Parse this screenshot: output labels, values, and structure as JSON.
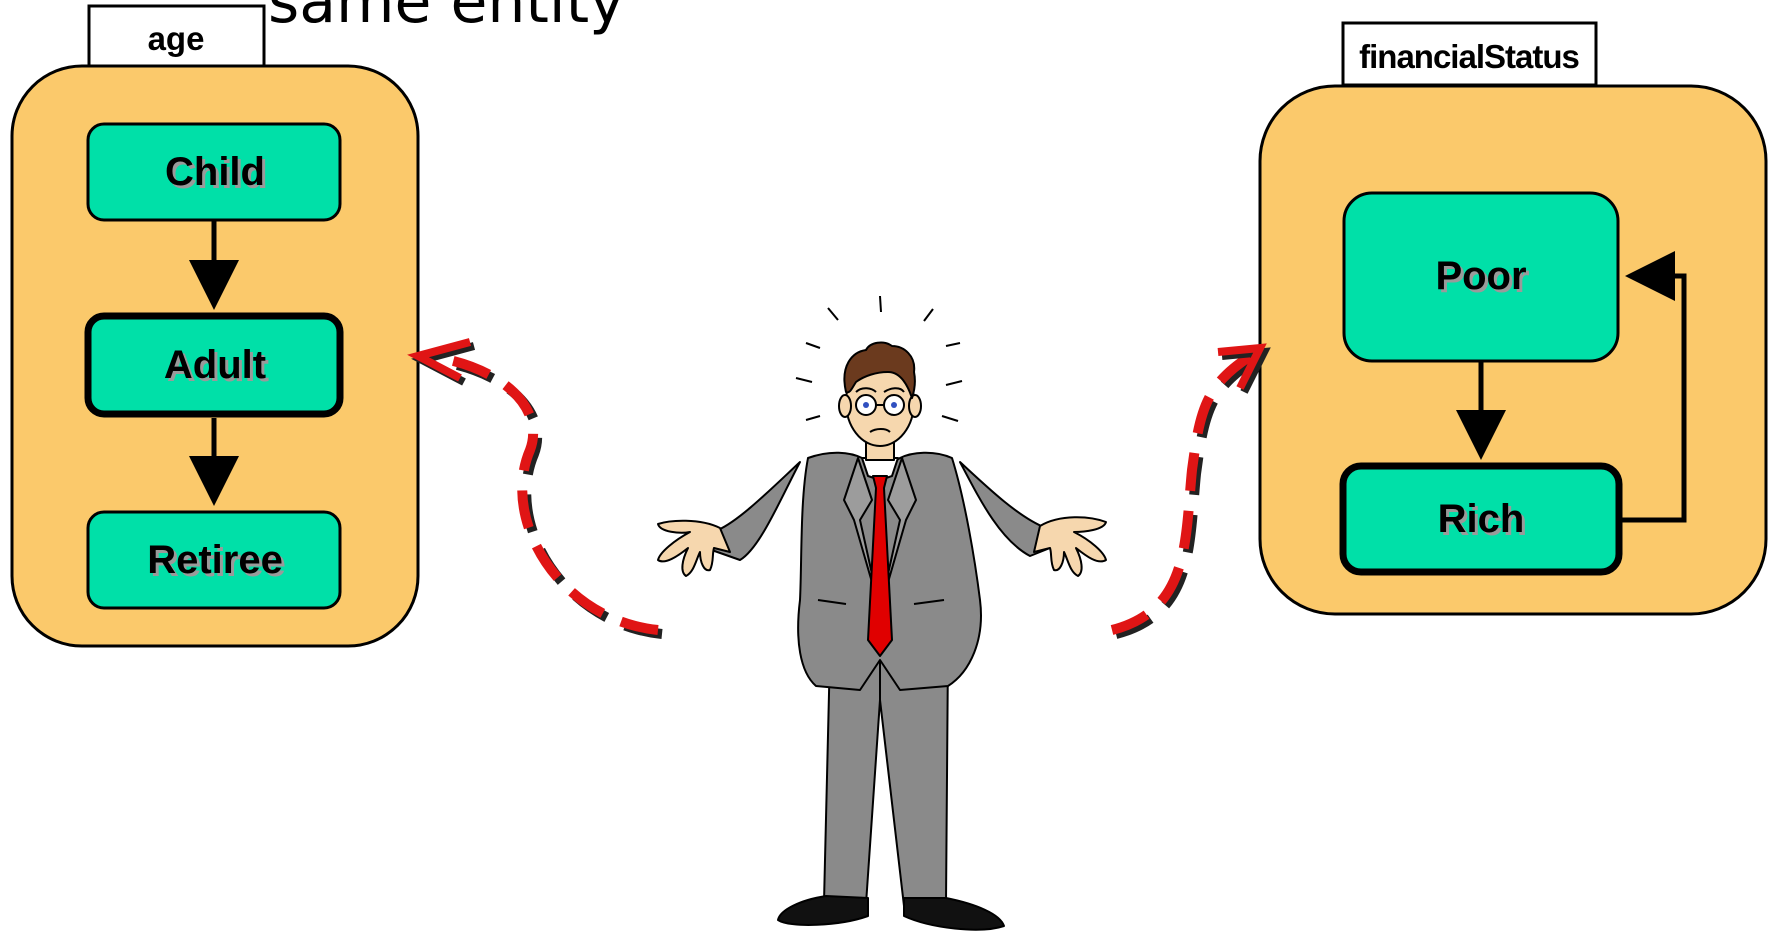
{
  "slide": {
    "title_fragment": "same entity"
  },
  "region_age": {
    "label": "age",
    "states": [
      "Child",
      "Adult",
      "Retiree"
    ],
    "active_state": "Adult"
  },
  "region_financial": {
    "label": "financialStatus",
    "states": [
      "Poor",
      "Rich"
    ],
    "active_state": "Rich"
  },
  "colors": {
    "region_fill": "#FBC96B",
    "state_fill": "#00E0A8",
    "arrow_dash": "#E01515",
    "tie": "#E00000",
    "suit": "#8A8A8A"
  }
}
